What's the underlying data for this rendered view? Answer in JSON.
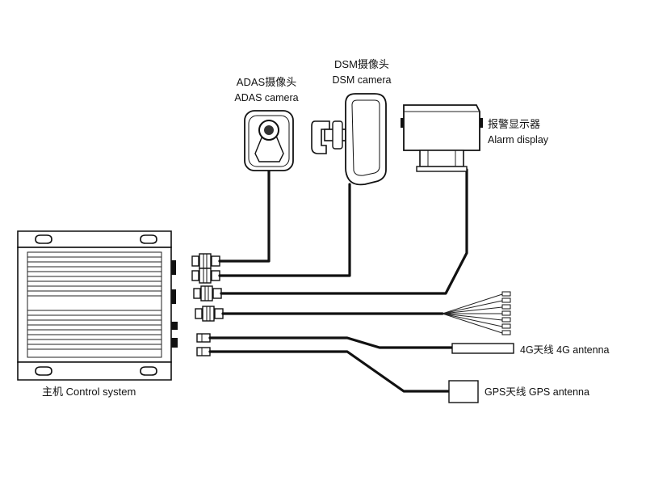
{
  "components": {
    "adas_camera": {
      "label_cn": "ADAS摄像头",
      "label_en": "ADAS camera"
    },
    "dsm_camera": {
      "label_cn": "DSM摄像头",
      "label_en": "DSM camera"
    },
    "alarm_display": {
      "label_cn": "报警显示器",
      "label_en": "Alarm display"
    },
    "control_system": {
      "label": "主机  Control system"
    },
    "antenna_4g": {
      "label": "4G天线  4G antenna"
    },
    "antenna_gps": {
      "label": "GPS天线  GPS antenna"
    }
  },
  "colors": {
    "line": "#111111",
    "background": "#ffffff"
  }
}
